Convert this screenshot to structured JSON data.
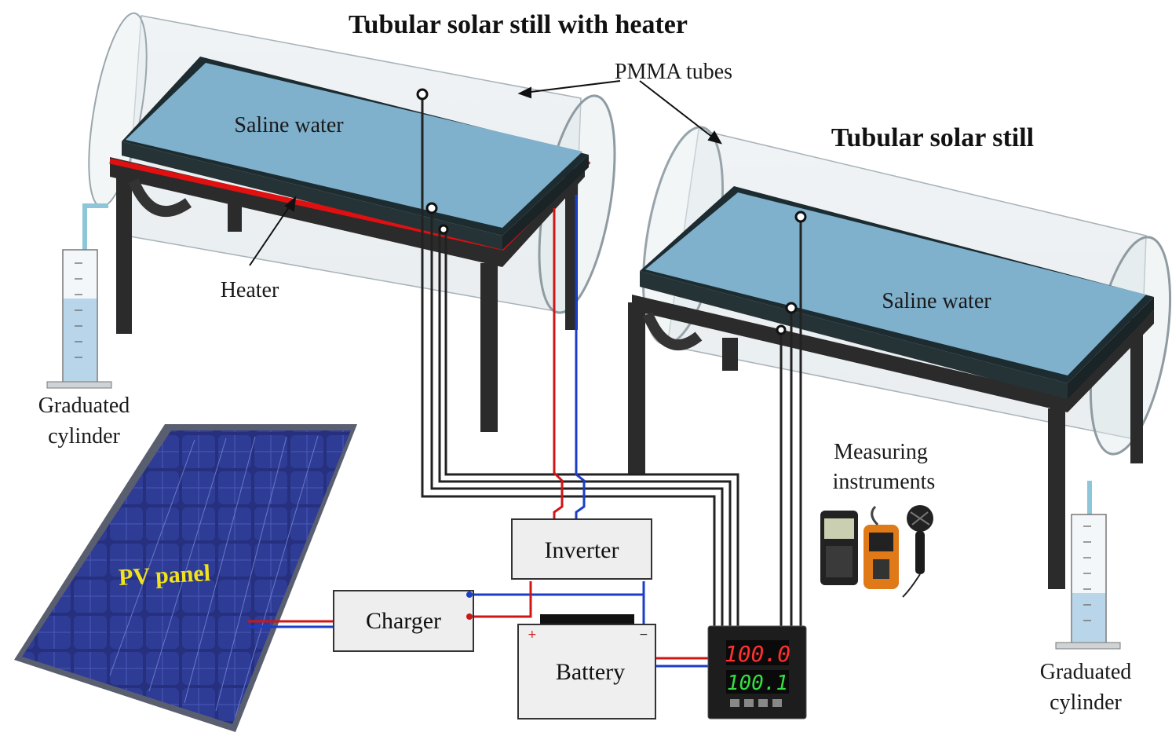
{
  "titles": {
    "still_heater": "Tubular solar still with heater",
    "still_plain": "Tubular solar still"
  },
  "labels": {
    "pmma": "PMMA tubes",
    "saline_left": "Saline water",
    "saline_right": "Saline water",
    "heater": "Heater",
    "cyl_left_1": "Graduated",
    "cyl_left_2": "cylinder",
    "cyl_right_1": "Graduated",
    "cyl_right_2": "cylinder",
    "measuring_1": "Measuring",
    "measuring_2": "instruments",
    "pv_panel": "PV panel"
  },
  "boxes": {
    "inverter": "Inverter",
    "charger": "Charger",
    "battery": "Battery"
  },
  "controller": {
    "display_top": "100.0",
    "display_bottom": "100.1"
  },
  "colors": {
    "water": "#7fb0cc",
    "frame": "#2b2b2b",
    "heater": "#e01010",
    "wire_red": "#d01515",
    "wire_blue": "#1a3ec8",
    "pv_label": "#f2e21a",
    "panel": "#1f2a78"
  }
}
